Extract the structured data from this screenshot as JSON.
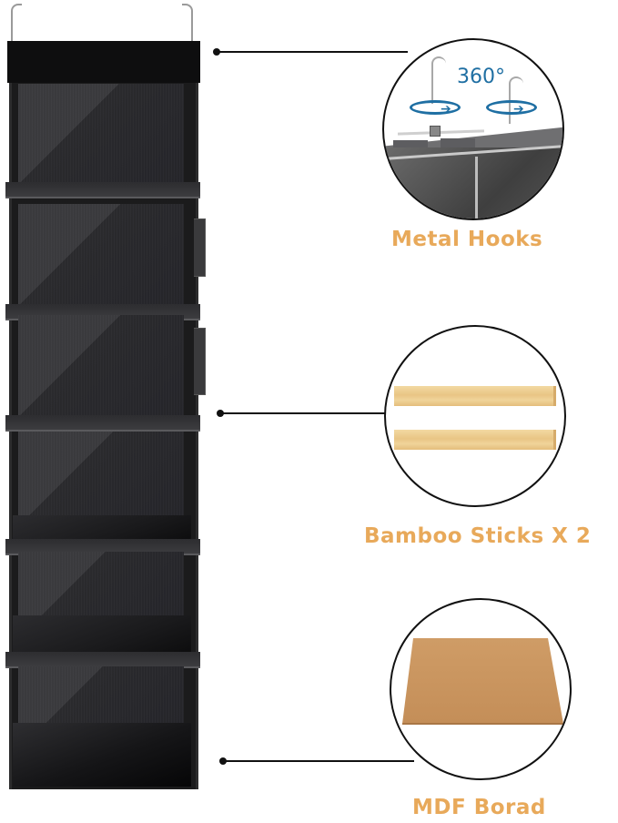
{
  "product": {
    "name": "Hanging Closet Organizer",
    "compartments": 6,
    "color": "#1b1b1c"
  },
  "callouts": [
    {
      "id": "metal-hooks",
      "label": "Metal Hooks",
      "badge": "360°",
      "badge_color": "#1f6fa3"
    },
    {
      "id": "bamboo-sticks",
      "label": "Bamboo Sticks X 2"
    },
    {
      "id": "mdf-board",
      "label": "MDF Borad"
    }
  ],
  "colors": {
    "label": "#e8a95a",
    "line": "#111111",
    "bamboo": "#e9c585",
    "mdf": "#c8955f"
  }
}
